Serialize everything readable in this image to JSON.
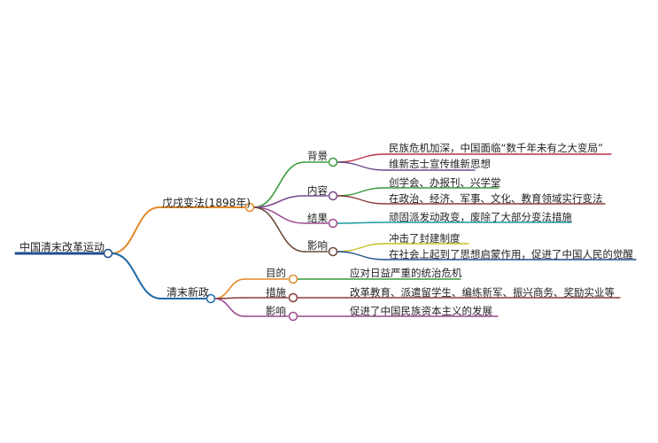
{
  "mindmap": {
    "root": {
      "label": "中国清末改革运动",
      "color": "#1e4f8c"
    },
    "branches": [
      {
        "label": "戊戌变法(1898年)",
        "color": "#e08a2a",
        "children": [
          {
            "label": "背景",
            "color": "#3a9a3a",
            "leaves": [
              {
                "text": "民族危机加深，中国面临“数千年未有之大变局”",
                "color": "#b8324a"
              },
              {
                "text": "维新志士宣传维新思想",
                "color": "#6b4d8c"
              }
            ]
          },
          {
            "label": "内容",
            "color": "#7a4b8c",
            "leaves": [
              {
                "text": "创学会、办报刊、兴学堂",
                "color": "#3a9a3a"
              },
              {
                "text": "在政治、经济、军事、文化、教育领域实行变法",
                "color": "#8b3a3a"
              }
            ]
          },
          {
            "label": "结果",
            "color": "#9a4a8e",
            "leaves": [
              {
                "text": "顽固派发动政变，废除了大部分变法措施",
                "color": "#1e9a9a"
              }
            ]
          },
          {
            "label": "影响",
            "color": "#6a4a3a",
            "leaves": [
              {
                "text": "冲击了封建制度",
                "color": "#c8c020"
              },
              {
                "text": "在社会上起到了思想启蒙作用，促进了中国人民的觉醒",
                "color": "#1e4f8c"
              }
            ]
          }
        ]
      },
      {
        "label": "清末新政",
        "color": "#1e6aa8",
        "children": [
          {
            "label": "目的",
            "color": "#e08a2a",
            "leaves": [
              {
                "text": "应对日益严重的统治危机",
                "color": "#3a9a3a"
              }
            ]
          },
          {
            "label": "措施",
            "color": "#8b3a3a",
            "leaves": [
              {
                "text": "改革教育、派遣留学生、编练新军、振兴商务、奖励实业等",
                "color": "#8b3a3a"
              }
            ]
          },
          {
            "label": "影响",
            "color": "#9a4a8e",
            "leaves": [
              {
                "text": "促进了中国民族资本主义的发展",
                "color": "#9a4a8e"
              }
            ]
          }
        ]
      }
    ]
  }
}
